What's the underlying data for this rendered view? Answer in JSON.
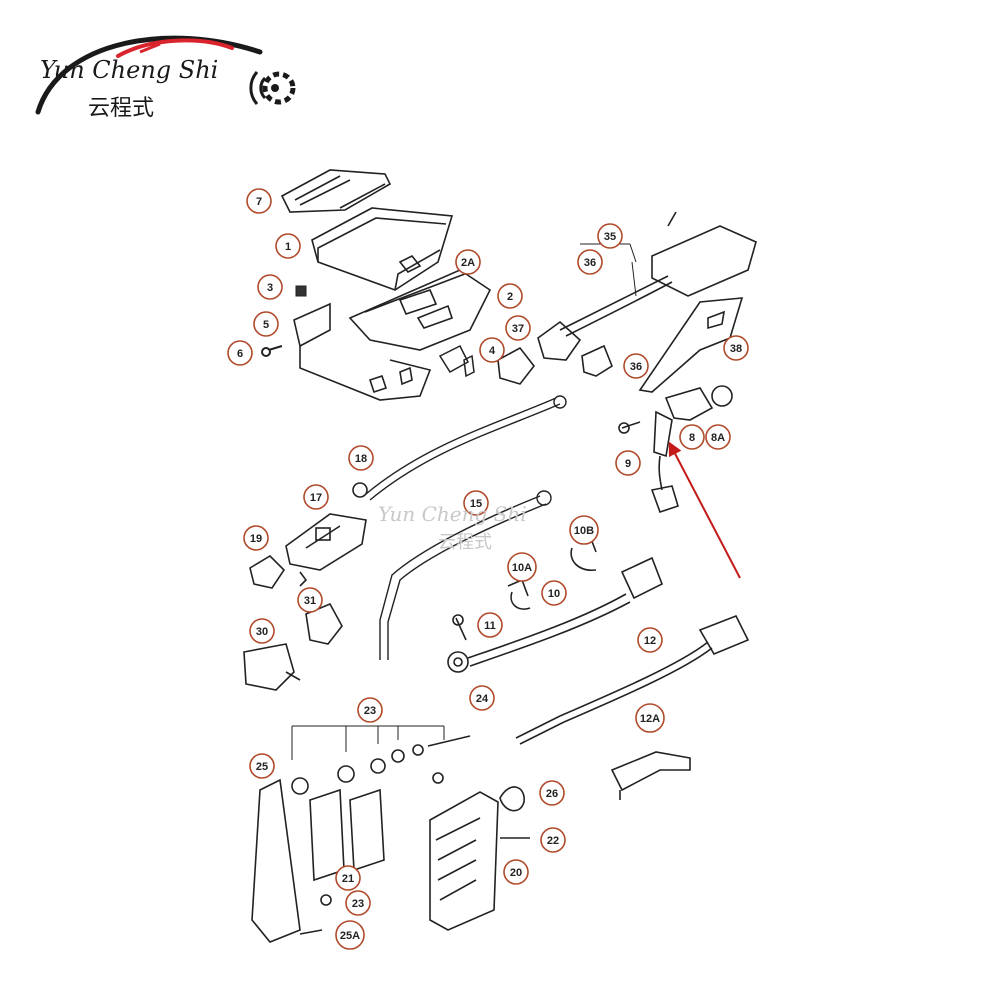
{
  "logo": {
    "brand": "Yun Cheng Shi",
    "brand_cn": "云程式",
    "swoosh_color": "#d9232d",
    "icon": "signal-gear-icon"
  },
  "watermark": {
    "brand": "Yun Cheng Shi",
    "brand_cn": "云程式"
  },
  "callouts": [
    {
      "id": "c7",
      "label": "7"
    },
    {
      "id": "c1",
      "label": "1"
    },
    {
      "id": "c2a",
      "label": "2A"
    },
    {
      "id": "c3",
      "label": "3"
    },
    {
      "id": "c2",
      "label": "2"
    },
    {
      "id": "c5",
      "label": "5"
    },
    {
      "id": "c6",
      "label": "6"
    },
    {
      "id": "c4",
      "label": "4"
    },
    {
      "id": "c37",
      "label": "37"
    },
    {
      "id": "c35",
      "label": "35"
    },
    {
      "id": "c36a",
      "label": "36"
    },
    {
      "id": "c36b",
      "label": "36"
    },
    {
      "id": "c38",
      "label": "38"
    },
    {
      "id": "c8",
      "label": "8"
    },
    {
      "id": "c8a",
      "label": "8A"
    },
    {
      "id": "c9",
      "label": "9"
    },
    {
      "id": "c18",
      "label": "18"
    },
    {
      "id": "c17",
      "label": "17"
    },
    {
      "id": "c19",
      "label": "19"
    },
    {
      "id": "c15",
      "label": "15"
    },
    {
      "id": "c10b",
      "label": "10B"
    },
    {
      "id": "c10a",
      "label": "10A"
    },
    {
      "id": "c10",
      "label": "10"
    },
    {
      "id": "c11",
      "label": "11"
    },
    {
      "id": "c31",
      "label": "31"
    },
    {
      "id": "c30",
      "label": "30"
    },
    {
      "id": "c12",
      "label": "12"
    },
    {
      "id": "c12a",
      "label": "12A"
    },
    {
      "id": "c24",
      "label": "24"
    },
    {
      "id": "c23a",
      "label": "23"
    },
    {
      "id": "c25",
      "label": "25"
    },
    {
      "id": "c26",
      "label": "26"
    },
    {
      "id": "c22",
      "label": "22"
    },
    {
      "id": "c20",
      "label": "20"
    },
    {
      "id": "c21",
      "label": "21"
    },
    {
      "id": "c23b",
      "label": "23"
    },
    {
      "id": "c25a",
      "label": "25A"
    }
  ],
  "pointer_arrow_color": "#c41a1a"
}
